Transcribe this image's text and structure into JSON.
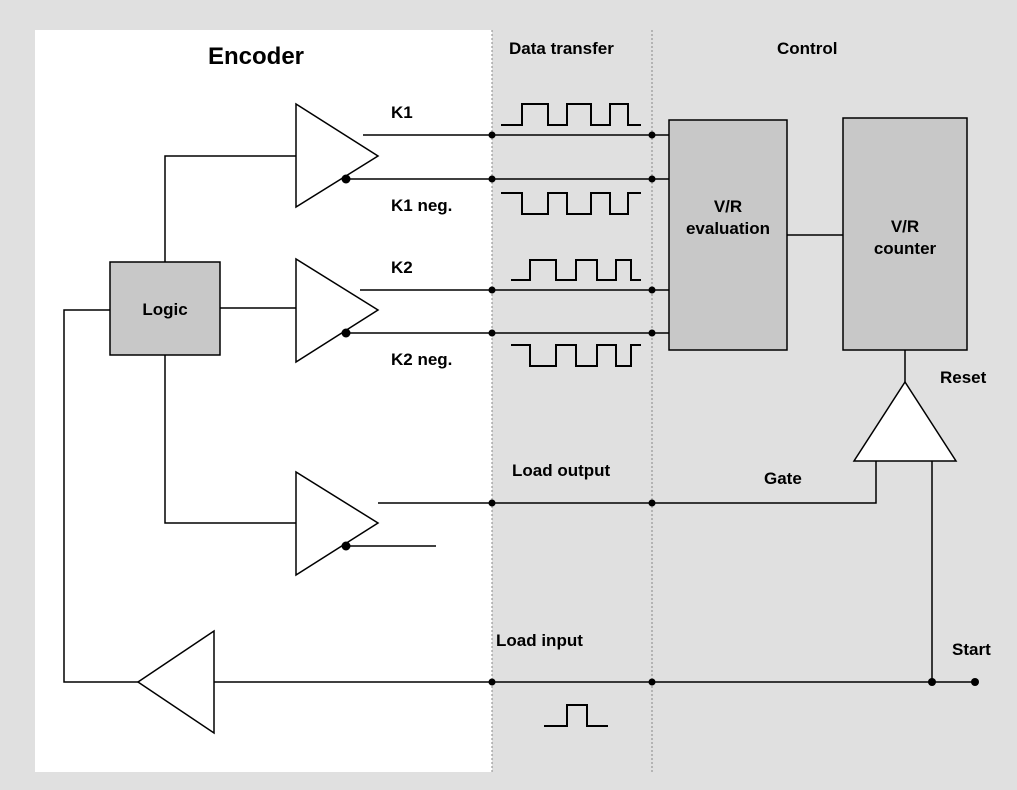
{
  "zones": {
    "encoder": "Encoder",
    "data_transfer": "Data transfer",
    "control": "Control"
  },
  "signals": {
    "k1": "K1",
    "k1_neg": "K1 neg.",
    "k2": "K2",
    "k2_neg": "K2 neg.",
    "load_output": "Load output",
    "load_input": "Load input",
    "gate": "Gate",
    "reset": "Reset",
    "start": "Start"
  },
  "blocks": {
    "logic": "Logic",
    "vr_evaluation_line1": "V/R",
    "vr_evaluation_line2": "evaluation",
    "vr_counter_line1": "V/R",
    "vr_counter_line2": "counter"
  },
  "colors": {
    "background": "#e0e0e0",
    "encoder_zone": "#ffffff",
    "block_fill": "#c8c8c8"
  }
}
